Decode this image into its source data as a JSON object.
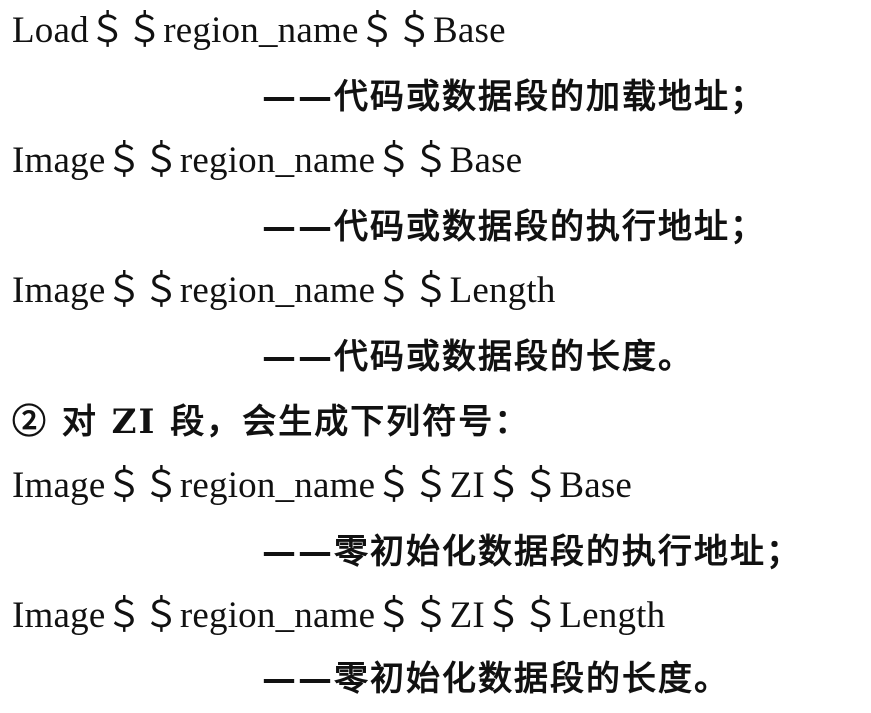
{
  "lines": [
    "Load＄＄region_name＄＄Base",
    "——代码或数据段的加载地址；",
    "Image＄＄region_name＄＄Base",
    "——代码或数据段的执行地址；",
    "Image＄＄region_name＄＄Length",
    "——代码或数据段的长度。",
    "② 对 ZI 段，会生成下列符号：",
    "Image＄＄region_name＄＄ZI＄＄Base",
    "——零初始化数据段的执行地址；",
    "Image＄＄region_name＄＄ZI＄＄Length",
    "——零初始化数据段的长度。"
  ]
}
